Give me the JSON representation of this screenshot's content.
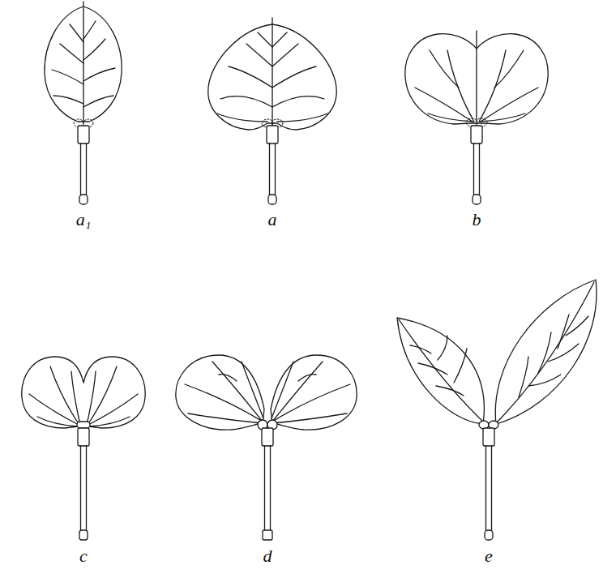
{
  "diagram": {
    "labels": [
      "a₁",
      "a",
      "b",
      "c",
      "d",
      "e"
    ]
  }
}
